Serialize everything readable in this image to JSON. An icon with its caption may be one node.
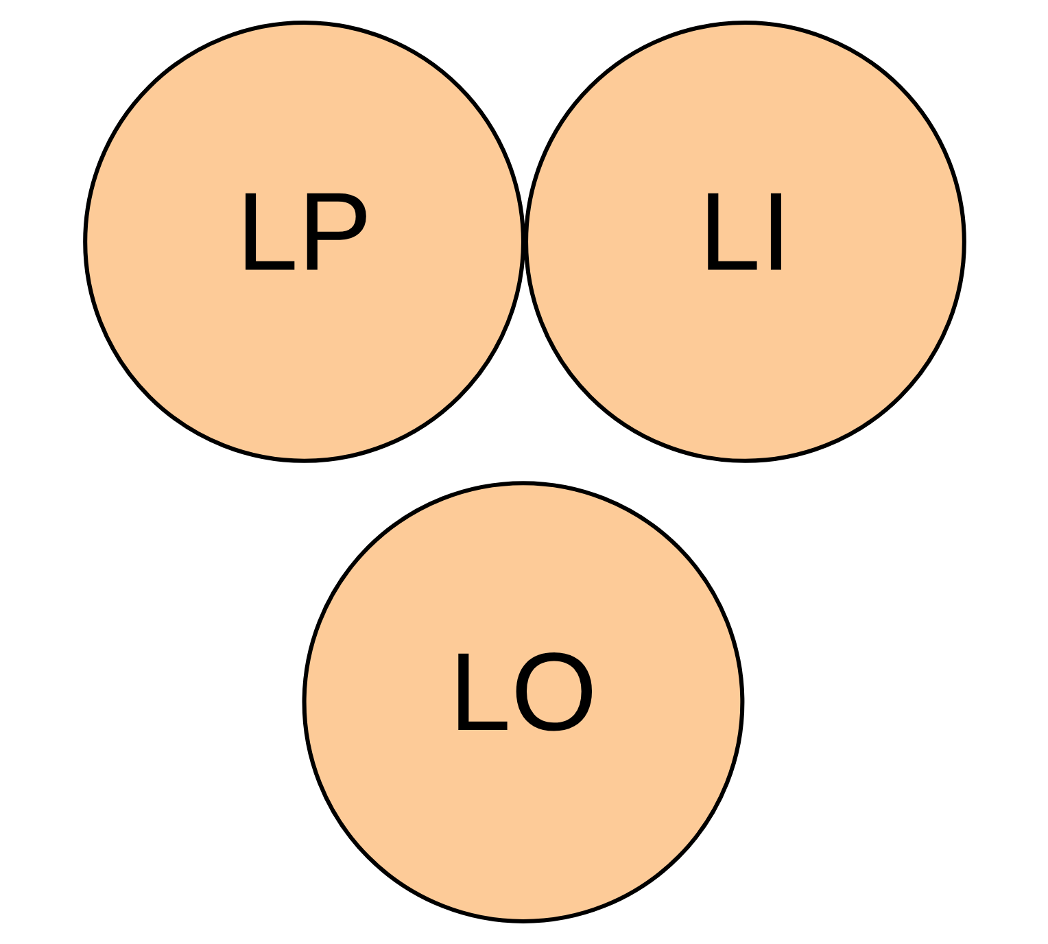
{
  "diagram": {
    "nodes": [
      {
        "text": [
          "LP"
        ]
      },
      {
        "text": [
          "LI"
        ]
      },
      {
        "text": [
          "LO"
        ]
      }
    ]
  }
}
